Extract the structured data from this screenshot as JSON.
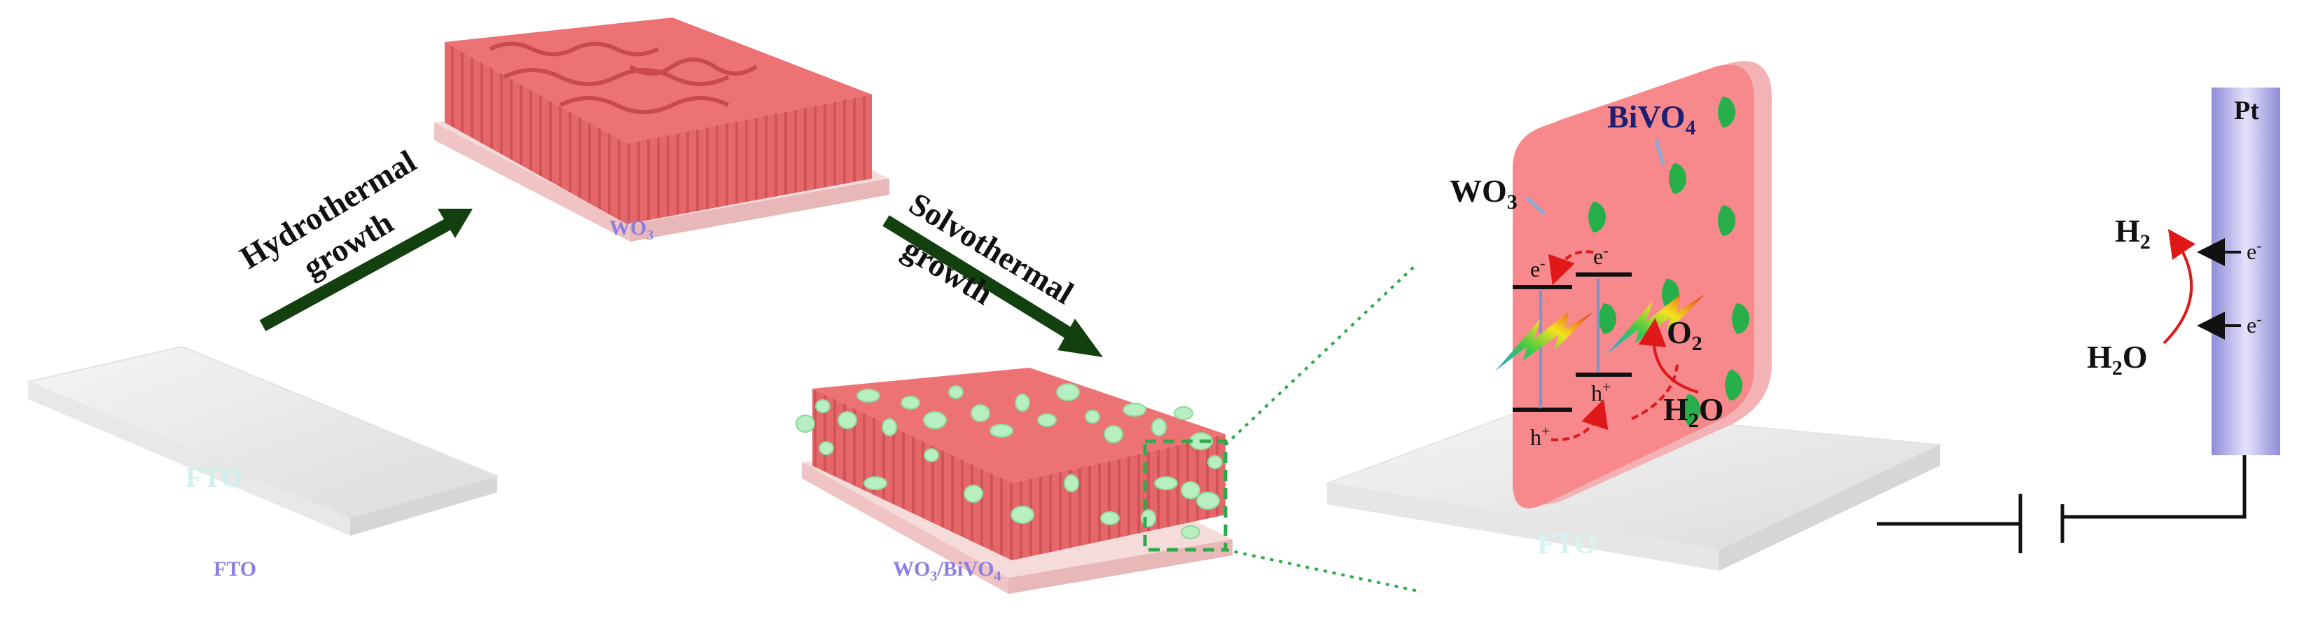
{
  "colors": {
    "wo3": "#e9696b",
    "wo3_dark": "#c94a4e",
    "wo3_panel": "#f7898c",
    "bivo4_particle": "#b8efc0",
    "bivo4_dot": "#27b04a",
    "arrow_green": "#12400f",
    "label_purple": "#8a7ee0",
    "label_navy": "#1c1f73",
    "dotted_green": "#2faa4a",
    "electrode_pt": "#a7a3e3",
    "red_arrow": "#e01818"
  },
  "stages": {
    "fto_label": "FTO",
    "fto_watermark": "FTO",
    "wo3_label_main": "WO",
    "wo3_label_sub": "3",
    "composite_label_main": "WO",
    "composite_label_sub": "3",
    "composite_label_rest": "/BiVO",
    "composite_label_sub2": "4"
  },
  "steps": {
    "hydrothermal_line1": "Hydrothermal",
    "hydrothermal_line2": "growth",
    "solvothermal_line1": "Solvothermal",
    "solvothermal_line2": "growth"
  },
  "mechanism": {
    "bivo4_main": "BiVO",
    "bivo4_sub": "4",
    "wo3_main": "WO",
    "wo3_sub": "3",
    "e_minus": "e",
    "minus": "-",
    "h_plus": "h",
    "plus": "+",
    "o2_main": "O",
    "o2_sub": "2",
    "h2o_main": "H",
    "h2o_sub": "2",
    "h2o_end": "O",
    "fto_watermark": "FTO"
  },
  "counter": {
    "pt_label": "Pt",
    "h2_main": "H",
    "h2_sub": "2",
    "h2o_main": "H",
    "h2o_sub": "2",
    "h2o_end": "O",
    "e_minus": "e",
    "minus": "-"
  }
}
